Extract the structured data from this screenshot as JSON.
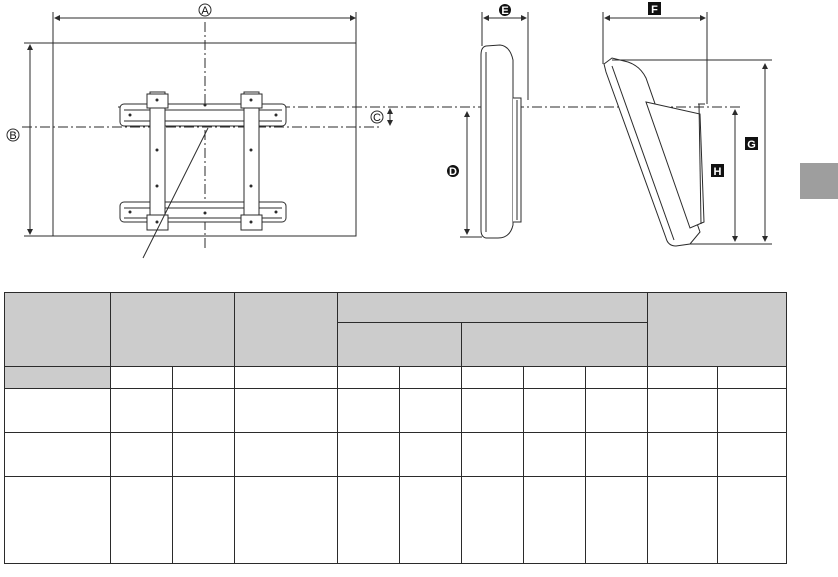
{
  "diagram": {
    "labels": {
      "a": "A",
      "b": "B",
      "c": "C",
      "d": "D",
      "e": "E",
      "f": "F",
      "g": "G",
      "h": "H"
    }
  },
  "table": {
    "header_row_label": "",
    "cells": []
  },
  "colors": {
    "line": "#2b2b2b",
    "header_shade": "#cccccc",
    "section_tab": "#9e9e9e"
  }
}
